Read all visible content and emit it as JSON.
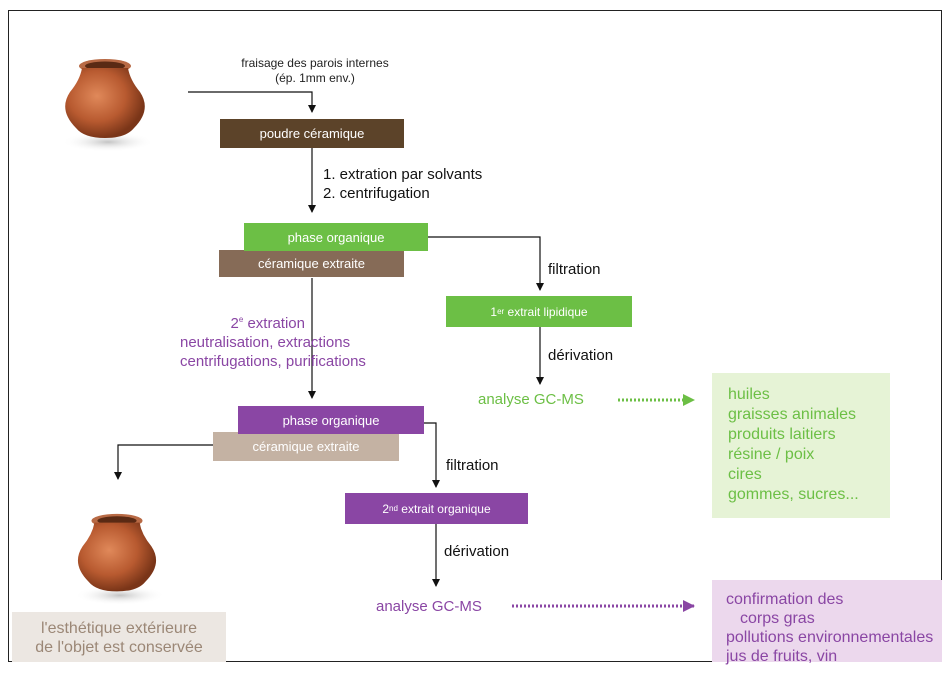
{
  "steps": {
    "milling": [
      "fraisage des parois internes",
      "(ép. 1mm env.)"
    ],
    "powder": "poudre céramique",
    "extraction1": [
      "1. extration par solvants",
      "2. centrifugation"
    ],
    "organic_phase_1": "phase organique",
    "extracted_ceramic_1": "céramique extraite",
    "filtration_1": "filtration",
    "lipid_extract": {
      "sup": "er",
      "text": "extrait lipidique",
      "prefix": "1"
    },
    "derivation_1": "dérivation",
    "analysis_1": "analyse GC-MS",
    "extraction2": {
      "prefix": "2",
      "sup": "e",
      "line1": "extration",
      "line2": "neutralisation, extractions",
      "line3": "centrifugations, purifications"
    },
    "organic_phase_2": "phase organique",
    "extracted_ceramic_2": "céramique extraite",
    "filtration_2": "filtration",
    "organic_extract": {
      "prefix": "2",
      "sup": "nd",
      "text": "extrait organique"
    },
    "derivation_2": "dérivation",
    "analysis_2": "analyse GC-MS"
  },
  "results_1": [
    "huiles",
    "graisses animales",
    "produits laitiers",
    "résine / poix",
    "cires",
    "gommes, sucres..."
  ],
  "results_2": [
    "confirmation des",
    "corps gras",
    "pollutions environnementales",
    "jus de fruits, vin"
  ],
  "conclusion": [
    "l'esthétique extérieure",
    "de l'objet est conservée"
  ],
  "colors": {
    "brown_dark": "#5c4329",
    "brown": "#866b57",
    "green": "#6cbf45",
    "green_light_bg": "#e6f3d6",
    "purple": "#8a46a4",
    "purple_light_bg": "#ecd8ed",
    "beige": "#c4b2a3",
    "beige_bg": "#ece7e2"
  }
}
